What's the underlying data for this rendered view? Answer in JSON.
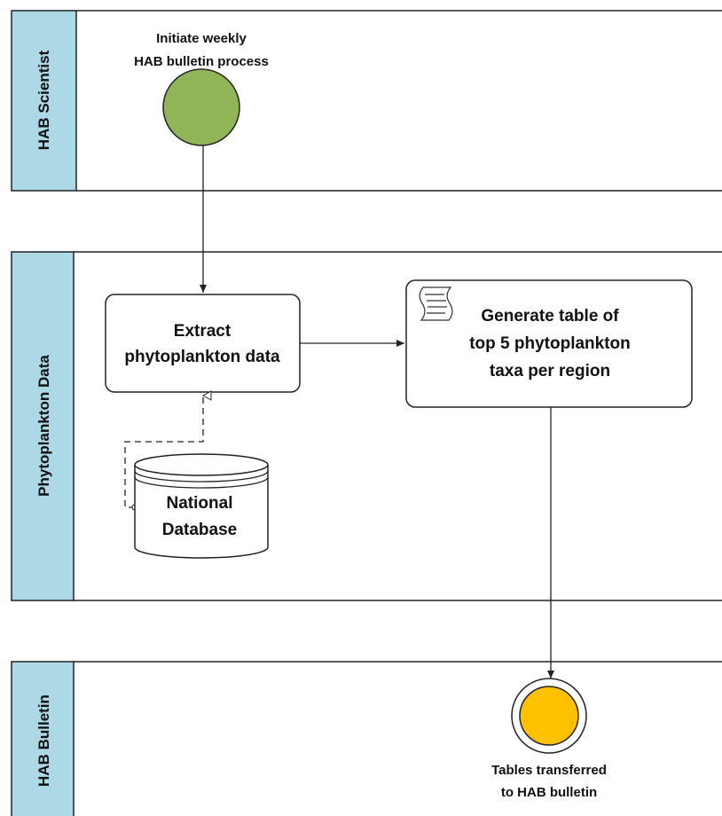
{
  "lanes": [
    {
      "label": "HAB Scientist"
    },
    {
      "label": "Phytoplankton Data"
    },
    {
      "label": "HAB Bulletin"
    }
  ],
  "start_event": {
    "label_line1": "Initiate weekly",
    "label_line2": "HAB bulletin process",
    "color": "#8FB556"
  },
  "task_extract": {
    "line1": "Extract",
    "line2": "phytoplankton data"
  },
  "task_generate": {
    "line1": "Generate table of",
    "line2": "top 5 phytoplankton",
    "line3": "taxa per region",
    "icon": "script-icon"
  },
  "data_store": {
    "line1": "National",
    "line2": "Database"
  },
  "end_event": {
    "label_line1": "Tables transferred",
    "label_line2": "to HAB bulletin",
    "color": "#FFC000"
  },
  "colors": {
    "lane_header": "#ADD8E6",
    "stroke": "#222222"
  }
}
